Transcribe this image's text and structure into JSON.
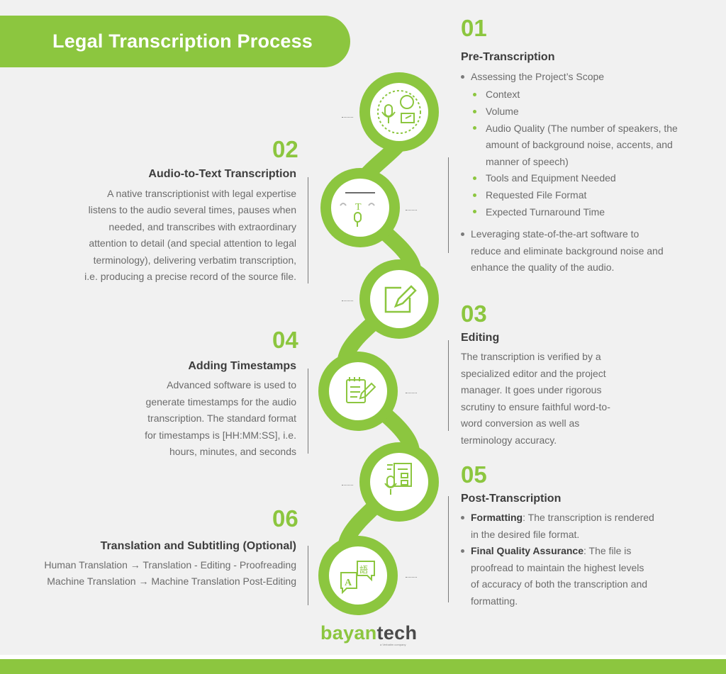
{
  "title": "Legal Transcription Process",
  "accent_color": "#8cc63f",
  "steps": [
    {
      "num": "01",
      "heading": "Pre-Transcription",
      "bullets": [
        {
          "text": "Assessing the Project’s Scope"
        },
        {
          "sub": [
            "Context",
            "Volume",
            "Audio Quality (The number of speakers, the",
            "amount of background noise, accents, and",
            "manner of speech)",
            "Tools and Equipment Needed",
            "Requested File Format",
            "Expected Turnaround Time"
          ]
        },
        {
          "text_lines": [
            "Leveraging state-of-the-art software to",
            "reduce and eliminate background noise and",
            "enhance the quality of the audio."
          ]
        }
      ],
      "icon": "microphone-speech-icon"
    },
    {
      "num": "02",
      "heading": "Audio-to-Text Transcription",
      "lines": [
        "A native transcriptionist with legal expertise",
        "listens to the audio several times, pauses when",
        "needed, and transcribes with extraordinary",
        "attention to detail (and special attention to legal",
        "terminology), delivering verbatim transcription,",
        "i.e. producing a precise record of the source file."
      ],
      "icon": "audio-to-text-icon"
    },
    {
      "num": "03",
      "heading": "Editing",
      "lines": [
        "The transcription is verified by a",
        "specialized editor and the project",
        "manager. It goes under rigorous",
        "scrutiny to ensure faithful word-to-",
        "word conversion as well as",
        "terminology accuracy."
      ],
      "icon": "edit-pencil-icon"
    },
    {
      "num": "04",
      "heading": "Adding Timestamps",
      "lines": [
        "Advanced software is used to",
        "generate timestamps for the audio",
        "transcription. The standard format",
        "for timestamps is [HH:MM:SS], i.e.",
        "hours, minutes, and seconds"
      ],
      "icon": "notepad-pencil-icon"
    },
    {
      "num": "05",
      "heading": "Post-Transcription",
      "items": [
        {
          "bold": "Formatting",
          "rest": ": The transcription is rendered",
          "cont": "in the desired file format."
        },
        {
          "bold": "Final Quality Assurance",
          "rest": ": The file is",
          "cont_lines": [
            "proofread to maintain the highest levels",
            "of accuracy of both the transcription and",
            "formatting."
          ]
        }
      ],
      "icon": "document-microphone-icon"
    },
    {
      "num": "06",
      "heading": "Translation and Subtitling (Optional)",
      "lines": [
        "Human Translation → Translation - Editing - Proofreading",
        "Machine Translation → Machine Translation Post-Editing"
      ],
      "icon": "translation-icon"
    }
  ],
  "logo": {
    "part1": "bayan",
    "part2": "tech",
    "sub": "a Verbatim company"
  }
}
